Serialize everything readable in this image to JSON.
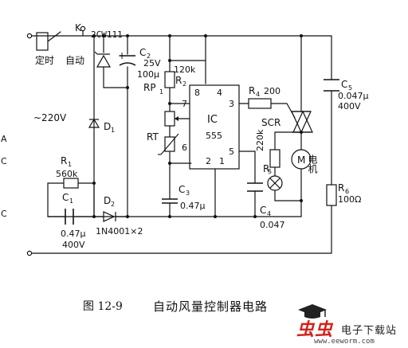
{
  "labels": {
    "k": "K",
    "zener": "2CW111",
    "timer": "定时",
    "auto": "自动",
    "c2_name": "C",
    "c2_sub": "2",
    "c2_volt": "25V",
    "c2_cap": "100μ",
    "plus": "+",
    "r120k": "120k",
    "r2_name": "R",
    "r2_sub": "2",
    "rp1_name": "RP",
    "rp1_sub": "1",
    "pin8": "8",
    "pin4": "4",
    "pin7": "7",
    "pin3": "3",
    "pin6": "6",
    "pin5": "5",
    "pin2": "2",
    "pin1": "1",
    "ic": "IC",
    "ic555": "555",
    "r4_name": "R",
    "r4_sub": "4",
    "r4_val": "200",
    "scr": "SCR",
    "c5_name": "C",
    "c5_sub": "5",
    "c5_cap": "0.047μ",
    "c5_volt": "400V",
    "ac": "~220V",
    "d1_name": "D",
    "d1_sub": "1",
    "rt": "RT",
    "r5_name": "R",
    "r5_sub": "5",
    "r5_val": "220k",
    "motor": "M",
    "motor_label": "电机",
    "r1_name": "R",
    "r1_sub": "1",
    "r1_val": "560k",
    "c1_name": "C",
    "c1_sub": "1",
    "c3_name": "C",
    "c3_sub": "3",
    "c3_cap": "0.47μ",
    "r6_name": "R",
    "r6_sub": "6",
    "r6_val": "100Ω",
    "d2_name": "D",
    "d2_sub": "2",
    "diode_part": "1N4001×2",
    "c1_cap": "0.47μ",
    "c1_volt": "400V",
    "c4_name": "C",
    "c4_sub": "4",
    "c4_cap": "0.047",
    "side_chars": [
      "A",
      "C",
      "C"
    ]
  },
  "caption": {
    "number": "图 12-9",
    "title": "自动风量控制器电路"
  },
  "watermark": {
    "logo": "虫虫",
    "site": "电子下载站",
    "url": "www.eeworm.com"
  },
  "colors": {
    "ink": "#111111",
    "brand_red": "#d2231c"
  }
}
